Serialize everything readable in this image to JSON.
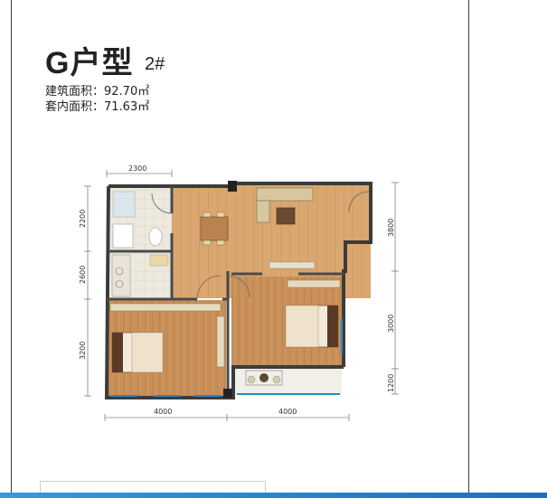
{
  "header": {
    "title": "G户型",
    "unit_no": "2#",
    "built_area": "建筑面积：92.70㎡",
    "inner_area": "套内面积：71.63㎡"
  },
  "dimensions": {
    "top": "2300",
    "bottom_left": "4000",
    "bottom_right": "4000",
    "left_1": "2200",
    "left_2": "2600",
    "left_3": "3200",
    "right_1": "3800",
    "right_2": "3000",
    "right_3": "1200"
  },
  "colors": {
    "wood": "#c8905a",
    "wall": "#3b3b3b",
    "tile": "#e9e6dc",
    "accent_blue": "#2a86cc"
  }
}
